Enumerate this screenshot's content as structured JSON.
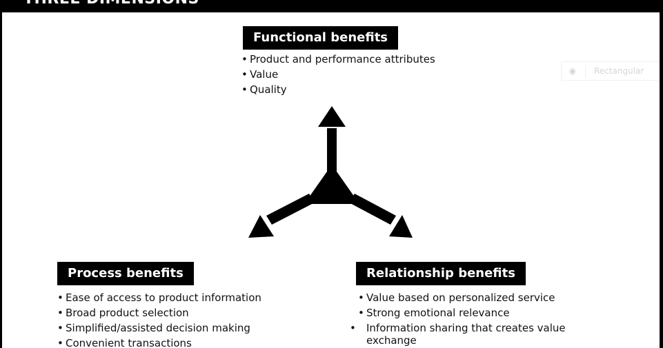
{
  "header": {
    "title": "THREE DIMENSIONS"
  },
  "functional": {
    "title": "Functional benefits",
    "items": [
      "Product and performance attributes",
      "Value",
      "Quality"
    ]
  },
  "process": {
    "title": "Process benefits",
    "items": [
      "Ease of access to product information",
      "Broad product selection",
      "Simplified/assisted decision making",
      "Convenient transactions"
    ]
  },
  "relationship": {
    "title": "Relationship benefits",
    "items": [
      "Value based on personalized service",
      "Strong emotional relevance",
      "Information sharing that creates value exchange"
    ]
  },
  "ghost_control": {
    "label": "Rectangular",
    "icon": "circle-icon"
  },
  "colors": {
    "ink": "#000000",
    "paper": "#ffffff"
  }
}
